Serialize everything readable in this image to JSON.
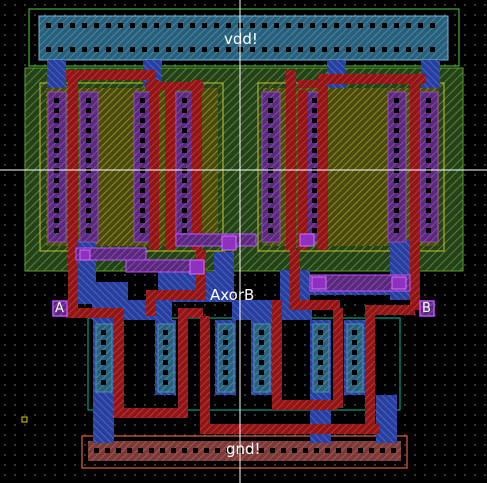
{
  "cell": {
    "power_label": "vdd!",
    "ground_label": "gnd!",
    "output_label": "AxorB",
    "input_a_label": "A",
    "input_b_label": "B"
  },
  "colors": {
    "background": "#000000",
    "grid_dot": "#5a5a5a",
    "nwell": "#3f7f1f",
    "pdiff": "#b4a000",
    "ndiff": "#00c0a0",
    "poly": "#d02020",
    "metal1": "#2050ff",
    "contact": "#000000",
    "via": "#c040ff",
    "rail": "#e06040",
    "crosshair": "#ffffff"
  }
}
